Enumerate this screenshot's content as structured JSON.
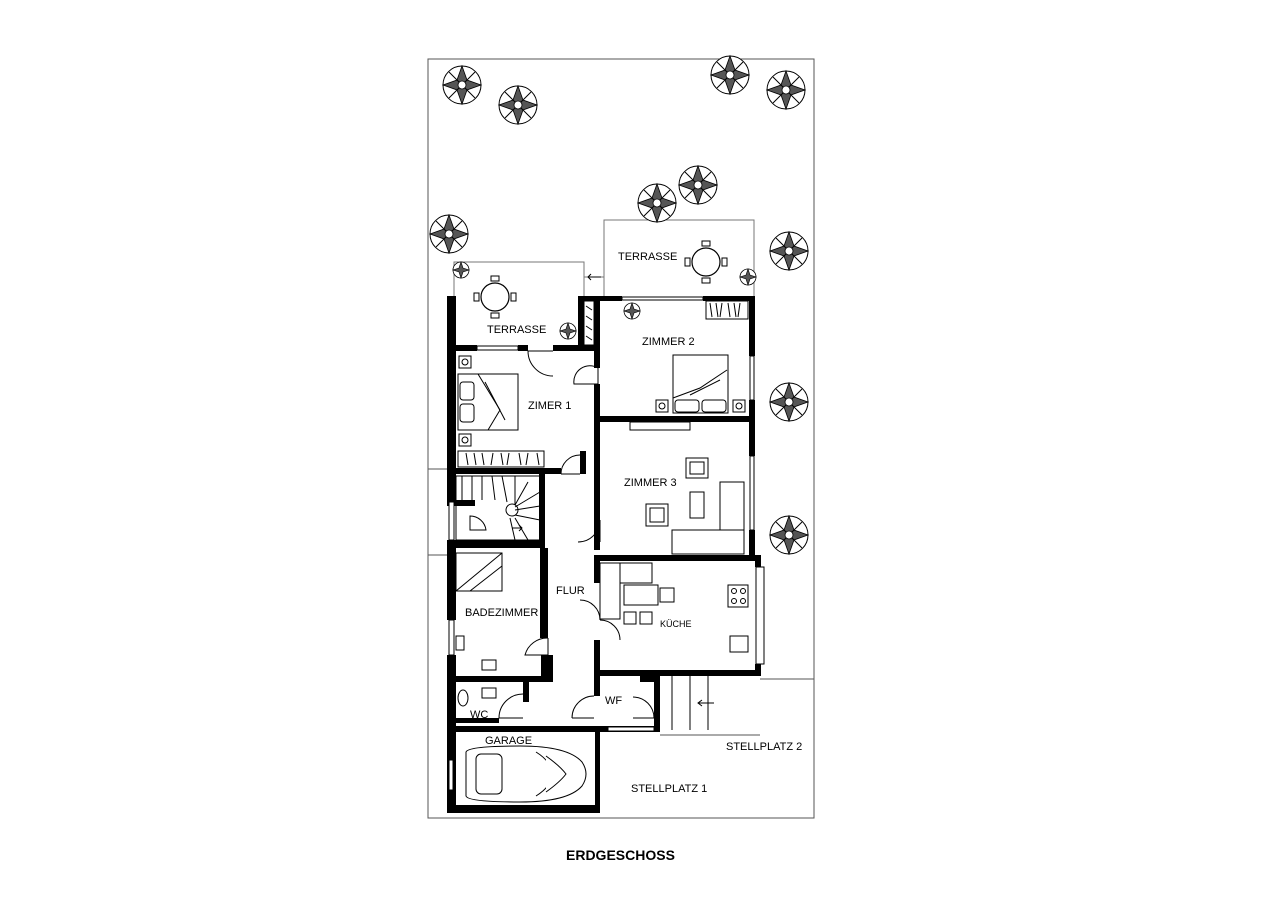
{
  "title": "ERDGESCHOSS",
  "rooms": {
    "terrasse_left": "TERRASSE",
    "terrasse_right": "TERRASSE",
    "zimmer1": "ZIMER 1",
    "zimmer2": "ZIMMER 2",
    "zimmer3": "ZIMMER 3",
    "badezimmer": "BADEZIMMER",
    "flur": "FLUR",
    "kueche": "KÜCHE",
    "wc": "WC",
    "wf": "WF",
    "garage": "GARAGE",
    "stellplatz1": "STELLPLATZ 1",
    "stellplatz2": "STELLPLATZ 2"
  },
  "icons": [
    "tree-icon",
    "bed-icon",
    "sofa-icon",
    "table-chairs-icon",
    "car-icon",
    "stairs-icon",
    "toilet-icon",
    "sink-icon",
    "stove-icon"
  ]
}
